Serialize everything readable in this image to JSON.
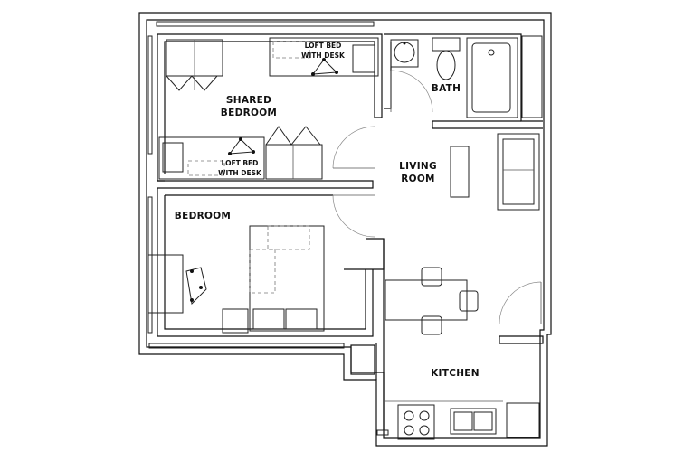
{
  "rooms": {
    "shared_bedroom": [
      "SHARED",
      "BEDROOM"
    ],
    "bath": "BATH",
    "living_room": [
      "LIVING",
      "ROOM"
    ],
    "bedroom": "BEDROOM",
    "kitchen": "KITCHEN"
  },
  "loft_bed_top": [
    "LOFT BED",
    "WITH DESK"
  ],
  "loft_bed_bottom": [
    "LOFT BED",
    "WITH DESK"
  ],
  "colors": {
    "line": "#111111",
    "background": "#ffffff"
  }
}
